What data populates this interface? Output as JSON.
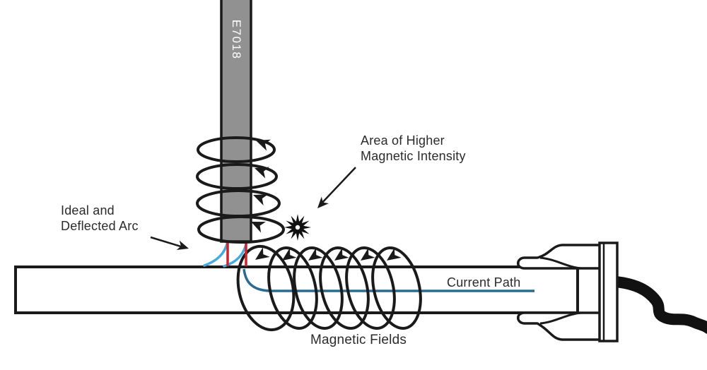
{
  "diagram": {
    "title_context": "welding arc blow diagram",
    "electrode_label": "E7018",
    "area_label_line1": "Area of Higher",
    "area_label_line2": "Magnetic Intensity",
    "arc_label_line1": "Ideal and",
    "arc_label_line2": "Deflected Arc",
    "current_path_label": "Current Path",
    "magnetic_fields_label": "Magnetic Fields",
    "icons": [
      "starburst-icon",
      "arrowhead-icon",
      "magnetic-loop-icon"
    ],
    "colors": {
      "electrode_fill": "#919191",
      "outline_black": "#1a1a1a",
      "ideal_arc_red": "#c9252c",
      "deflected_arc_blue": "#45aadd",
      "current_path_blue": "#2a6b8f",
      "label_text": "#2b2b2b",
      "electrode_text": "#ffffff"
    }
  }
}
